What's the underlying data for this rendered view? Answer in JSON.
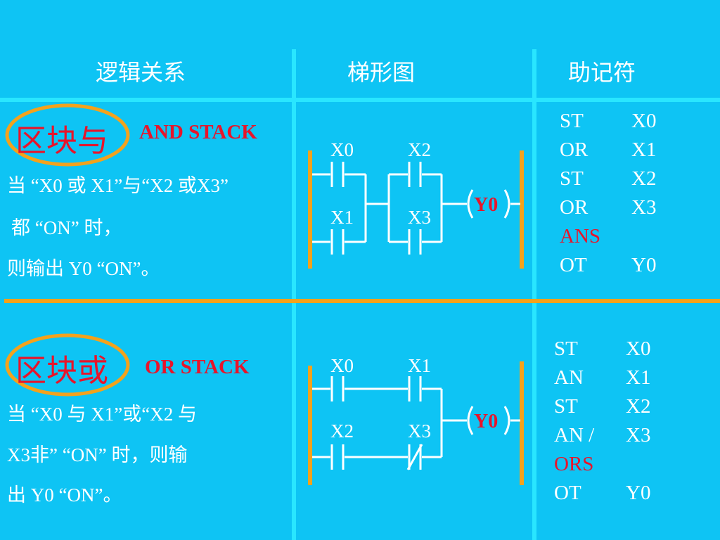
{
  "headers": {
    "logic": "逻辑关系",
    "ladder": "梯形图",
    "mnemonic": "助记符"
  },
  "colors": {
    "background": "#0ec4f4",
    "grid_cyan": "#29e6ff",
    "divider_orange": "#f4a21c",
    "accent_red": "#e8142a",
    "text": "#ffffff"
  },
  "and_stack": {
    "title_cn": "区块与",
    "title_en": "AND STACK",
    "desc": [
      "当 “X0 或 X1”与“X2 或X3”",
      "都 “ON” 时，",
      "则输出 Y0 “ON”。"
    ],
    "contacts": {
      "c1": "X0",
      "c2": "X2",
      "c3": "X1",
      "c4": "X3"
    },
    "coil": "Y0",
    "mnemonics": [
      {
        "op": "ST",
        "arg": "X0"
      },
      {
        "op": "OR",
        "arg": "X1"
      },
      {
        "op": "ST",
        "arg": "X2"
      },
      {
        "op": "OR",
        "arg": "X3"
      },
      {
        "op": "ANS",
        "arg": ""
      },
      {
        "op": "OT",
        "arg": "Y0"
      }
    ]
  },
  "or_stack": {
    "title_cn": "区块或",
    "title_en": "OR STACK",
    "desc": [
      "当 “X0 与 X1”或“X2 与",
      "X3非”  “ON” 时，则输",
      "出 Y0 “ON”。"
    ],
    "contacts": {
      "c1": "X0",
      "c2": "X1",
      "c3": "X2",
      "c4": "X3"
    },
    "coil": "Y0",
    "mnemonics": [
      {
        "op": "ST",
        "arg": "X0"
      },
      {
        "op": "AN",
        "arg": "X1"
      },
      {
        "op": "ST",
        "arg": "X2"
      },
      {
        "op": "AN /",
        "arg": "X3"
      },
      {
        "op": "ORS",
        "arg": ""
      },
      {
        "op": "OT",
        "arg": "Y0"
      }
    ]
  }
}
